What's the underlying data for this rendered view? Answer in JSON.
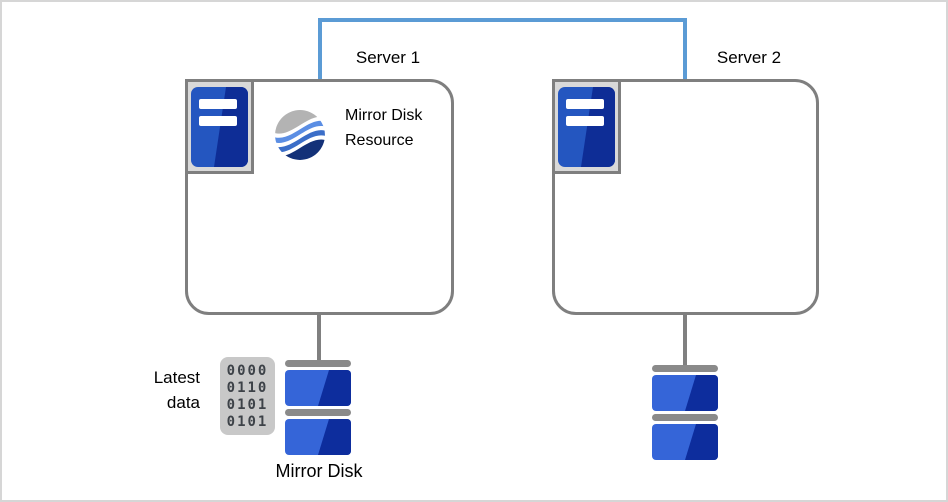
{
  "diagram": {
    "server1": {
      "label": "Server 1",
      "resource_label": "Mirror Disk Resource"
    },
    "server2": {
      "label": "Server 2"
    },
    "latest_data_label": "Latest data",
    "mirror_disk_label": "Mirror Disk",
    "binary_rows": [
      "0000",
      "0110",
      "0101",
      "0101"
    ]
  },
  "colors": {
    "interconnect_blue": "#5b9bd5",
    "box_border_gray": "#7f7f7f",
    "icon_frame_fill": "#d9d9d9",
    "tower_blue_light": "#2456c0",
    "tower_blue_dark": "#0e2d96",
    "disk_blue_light": "#3565d8",
    "disk_blue_dark": "#0d2d9d",
    "disk_bar_gray": "#8a8a8a",
    "connector_gray": "#808080",
    "binary_block_bg": "#c8c8c8",
    "binary_digit": "#3d4248",
    "sphere_gray": "#b3b3b3",
    "sphere_blue1": "#5b8ee4",
    "sphere_blue2": "#3b6ec8",
    "sphere_navy": "#133178"
  }
}
